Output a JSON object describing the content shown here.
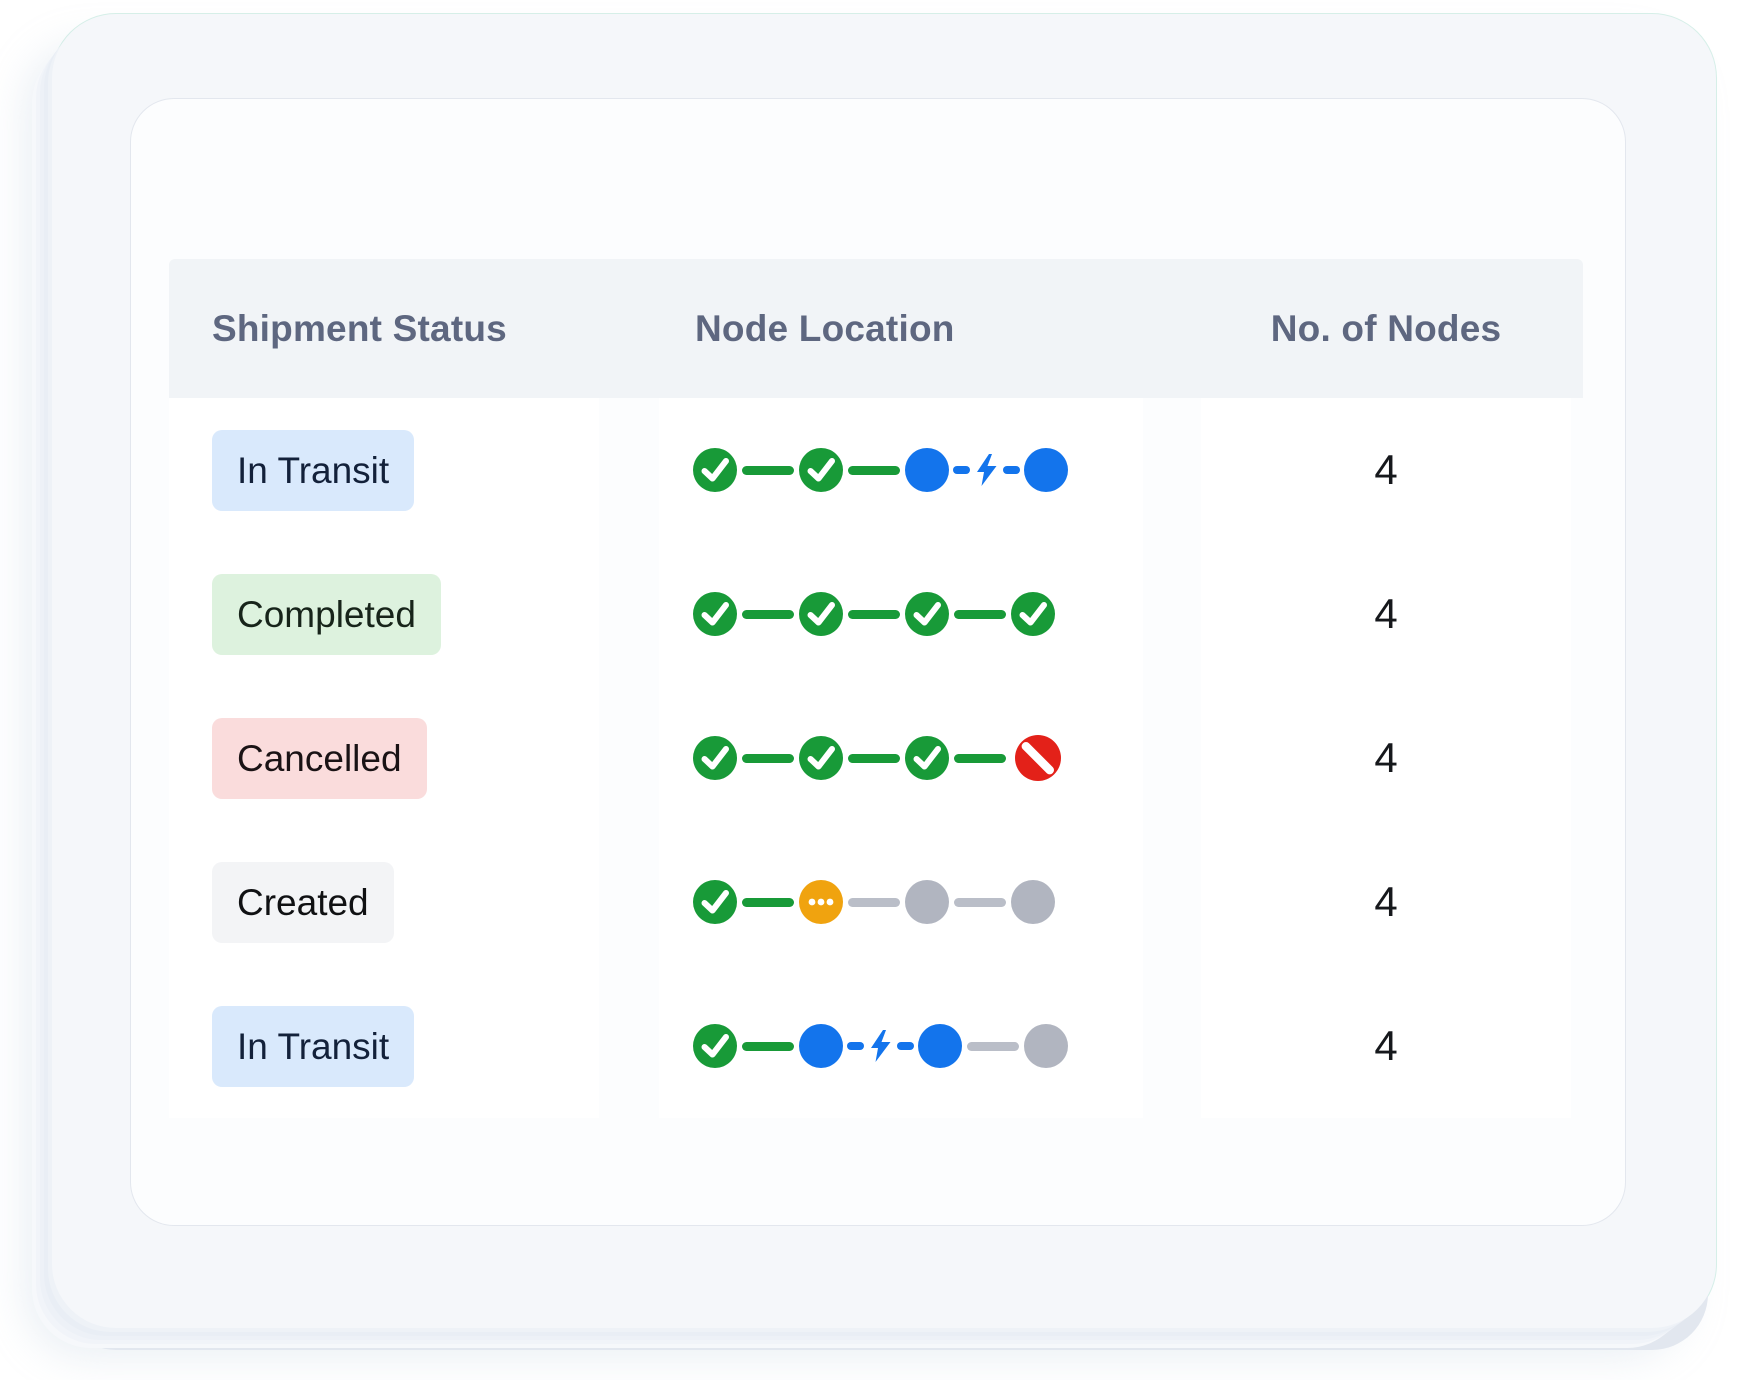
{
  "table": {
    "columns": [
      {
        "label": "Shipment Status"
      },
      {
        "label": "Node Location"
      },
      {
        "label": "No. of Nodes"
      }
    ],
    "rows": [
      {
        "status": "In Transit",
        "badge_bg": "#d9e9fc",
        "badge_text": "#13213a",
        "nodes": [
          "check",
          "check",
          "blue",
          "blue"
        ],
        "connectors": [
          "green",
          "green",
          "bolt"
        ],
        "count": "4"
      },
      {
        "status": "Completed",
        "badge_bg": "#ddf2de",
        "badge_text": "#17241a",
        "nodes": [
          "check",
          "check",
          "check",
          "check"
        ],
        "connectors": [
          "green",
          "green",
          "green"
        ],
        "count": "4"
      },
      {
        "status": "Cancelled",
        "badge_bg": "#fadcdc",
        "badge_text": "#1a1315",
        "nodes": [
          "check",
          "check",
          "check",
          "cancel"
        ],
        "connectors": [
          "green",
          "green",
          "green"
        ],
        "count": "4"
      },
      {
        "status": "Created",
        "badge_bg": "#f3f4f6",
        "badge_text": "#101113",
        "nodes": [
          "check",
          "pending",
          "gray",
          "gray"
        ],
        "connectors": [
          "green",
          "gray",
          "gray"
        ],
        "count": "4"
      },
      {
        "status": "In Transit",
        "badge_bg": "#d9e9fc",
        "badge_text": "#13213a",
        "nodes": [
          "check",
          "blue",
          "blue",
          "gray"
        ],
        "connectors": [
          "green",
          "bolt",
          "gray"
        ],
        "count": "4"
      }
    ]
  },
  "icons": {
    "check": "check-circle-icon",
    "blue": "active-node-icon",
    "gray": "inactive-node-icon",
    "pending": "pending-node-icon",
    "cancel": "cancelled-node-icon",
    "bolt": "lightning-icon"
  },
  "colors": {
    "green": "#189a38",
    "blue": "#1374ec",
    "orange": "#f0a30f",
    "red": "#e32119",
    "gray_node": "#b1b5c0",
    "gray_conn": "#babec8",
    "header_bg": "#f1f4f7",
    "header_text": "#5e6780"
  }
}
